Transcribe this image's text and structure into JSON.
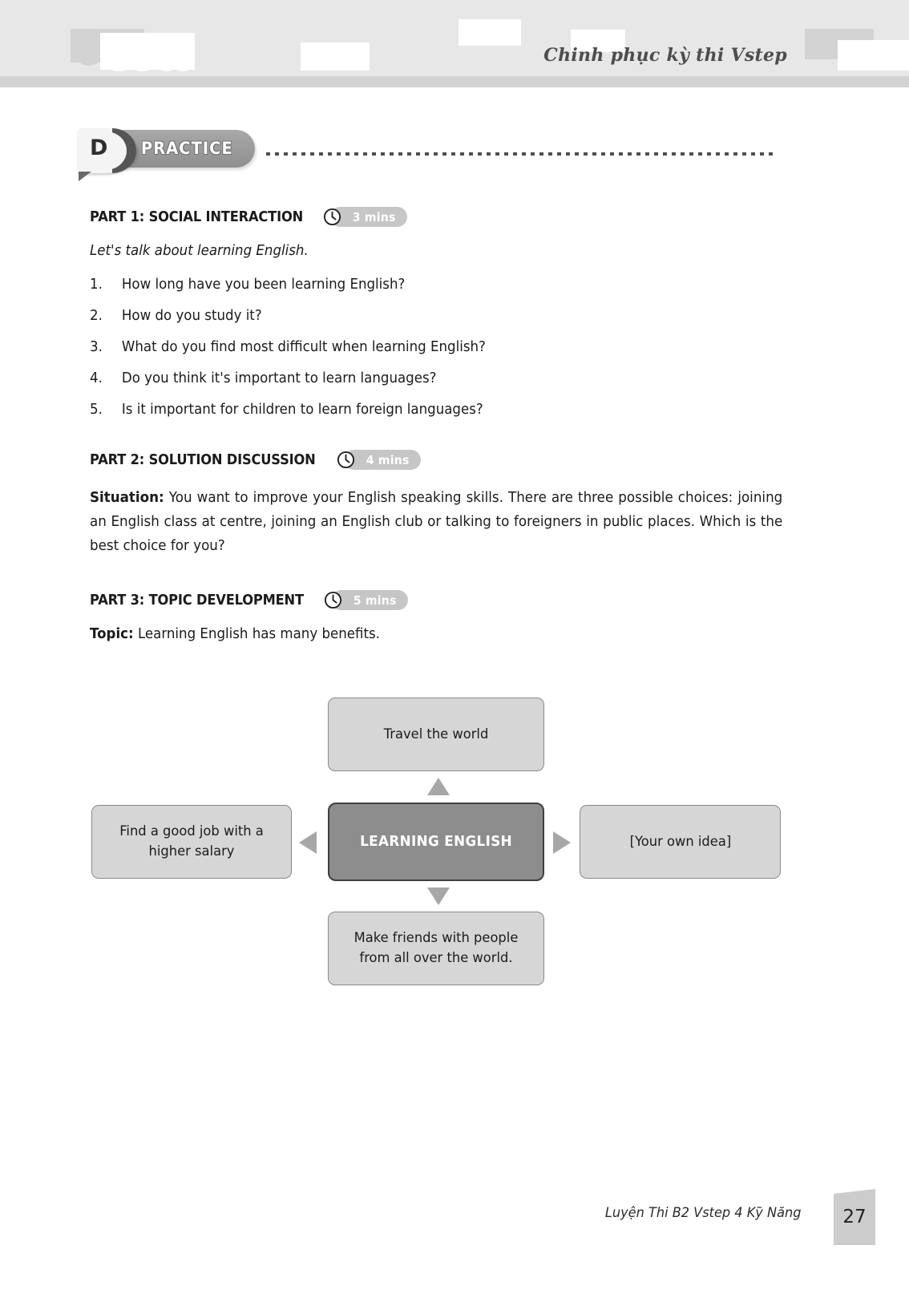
{
  "header": {
    "title": "Chinh phục kỳ thi Vstep"
  },
  "section_badge": {
    "letter": "D",
    "label": "PRACTICE"
  },
  "parts": {
    "part1": {
      "title": "PART 1: SOCIAL INTERACTION",
      "time": "3 mins",
      "clock_icon": "clock-icon",
      "instruction": "Let's talk about learning English.",
      "questions": [
        {
          "num": "1.",
          "text": "How long have you been learning English?"
        },
        {
          "num": "2.",
          "text": "How do you study it?"
        },
        {
          "num": "3.",
          "text": "What do you find most difficult when learning English?"
        },
        {
          "num": "4.",
          "text": "Do you think it's important to learn languages?"
        },
        {
          "num": "5.",
          "text": "Is it important for children to learn foreign languages?"
        }
      ]
    },
    "part2": {
      "title": "PART 2: SOLUTION DISCUSSION",
      "time": "4 mins",
      "clock_icon": "clock-icon",
      "situation_label": "Situation:",
      "situation_text": " You want to improve your English speaking skills. There are three possible choices: joining an English class at centre, joining an English club or talking to foreigners in public places. Which is the best choice for you?"
    },
    "part3": {
      "title": "PART 3: TOPIC DEVELOPMENT",
      "time": "5 mins",
      "clock_icon": "clock-icon",
      "topic_label": "Topic:",
      "topic_text": " Learning English has many benefits."
    }
  },
  "diagram": {
    "center": "LEARNING ENGLISH",
    "top": "Travel the world",
    "left": "Find a good job with a higher salary",
    "right": "[Your own idea]",
    "bottom": "Make friends with people from all over the world.",
    "arrows": [
      "arrow-up-icon",
      "arrow-left-icon",
      "arrow-right-icon",
      "arrow-down-icon"
    ],
    "colors": {
      "center_fill": "#8d8d8d",
      "node_fill": "#d6d6d6",
      "node_border": "#8a8a8a",
      "arrow_fill": "#a7a7a7"
    }
  },
  "footer": {
    "text": "Luyện Thi B2 Vstep 4 Kỹ Năng",
    "page": "27"
  },
  "colors": {
    "header_band": "#e7e7e7",
    "header_rule": "#d2d2d2",
    "chip_fill": "#c6c6c6",
    "badge_fill": "#9a9a9a",
    "footer_tab": "#cccccc"
  }
}
